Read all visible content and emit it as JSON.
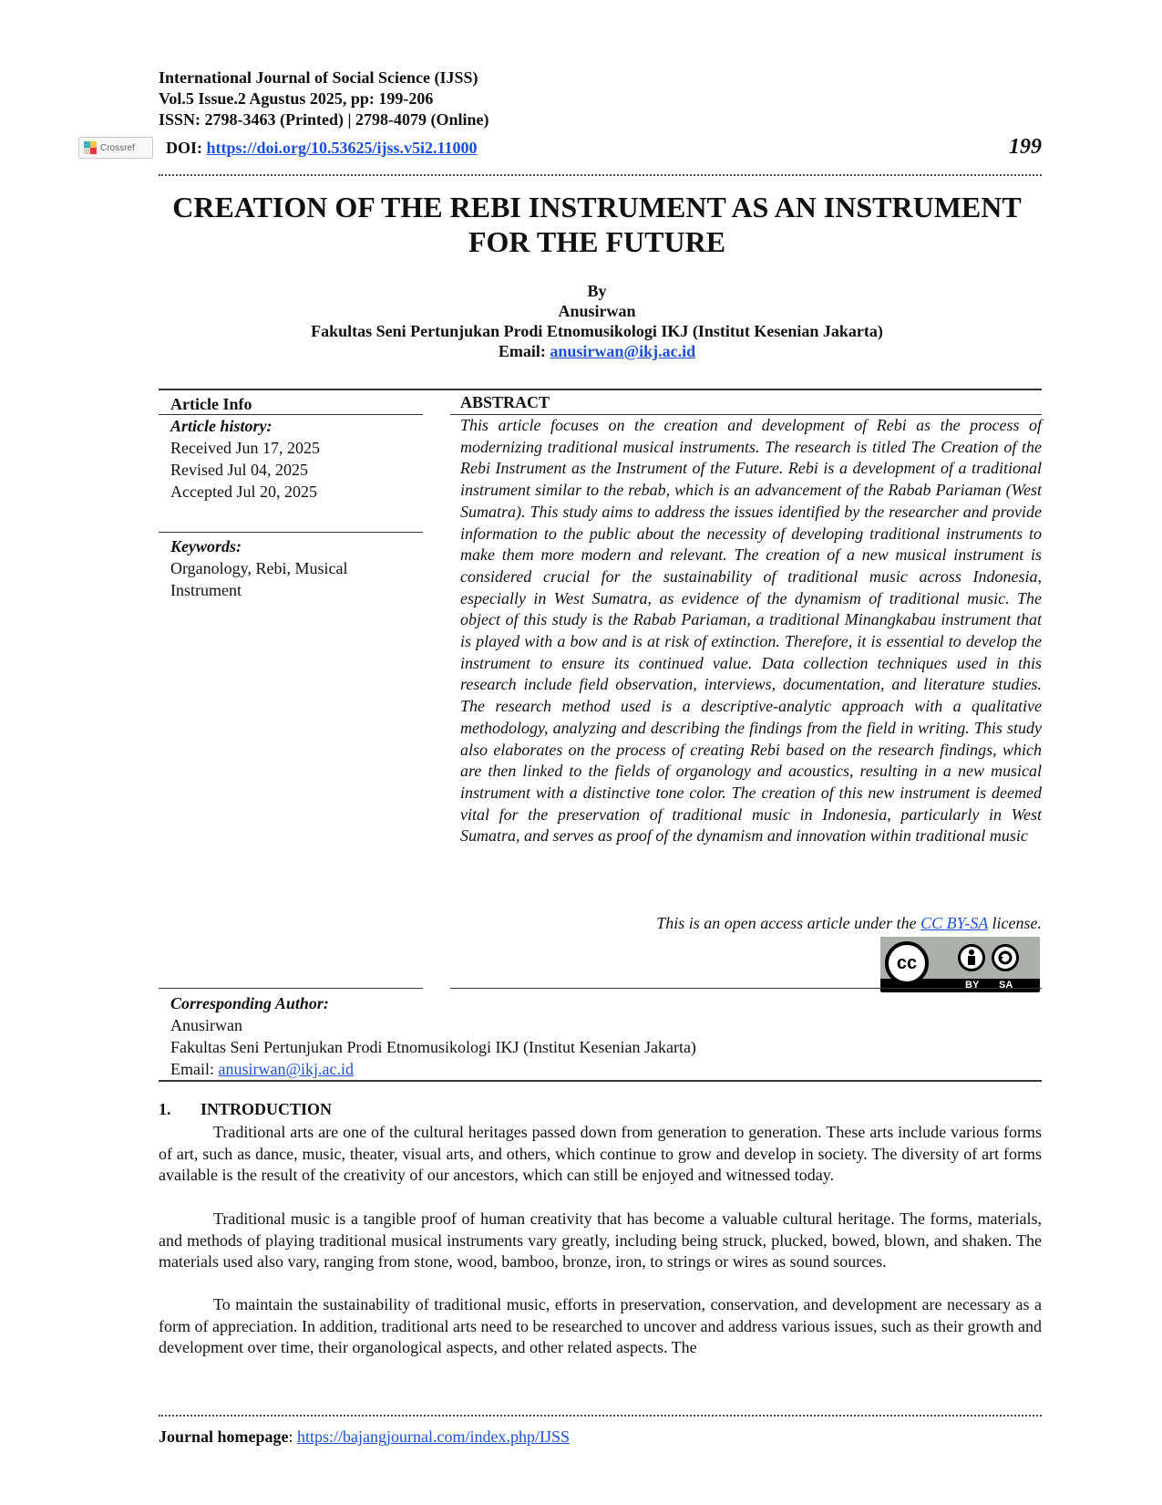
{
  "header": {
    "journal": "International Journal of Social Science (IJSS)",
    "volume": "Vol.5 Issue.2 Agustus 2025, pp: 199-206",
    "issn": "ISSN: 2798-3463 (Printed) | 2798-4079 (Online)",
    "doi_label": "DOI:",
    "doi_url": "https://doi.org/10.53625/ijss.v5i2.11000",
    "crossref": "Crossref",
    "page_number": "199"
  },
  "title": {
    "line1": "CREATION OF THE REBI INSTRUMENT AS AN INSTRUMENT",
    "line2": "FOR THE FUTURE"
  },
  "byline": {
    "by": "By",
    "author": "Anusirwan",
    "affiliation": "Fakultas Seni Pertunjukan Prodi Etnomusikologi IKJ (Institut Kesenian Jakarta)",
    "email_label": "Email:",
    "email": "anusirwan@ikj.ac.id"
  },
  "article_info": {
    "heading": "Article Info",
    "history_label": "Article history:",
    "received": "Received Jun 17, 2025",
    "revised": "Revised Jul 04, 2025",
    "accepted": "Accepted Jul 20, 2025",
    "keywords_label": "Keywords:",
    "keywords_line1": "Organology, Rebi, Musical",
    "keywords_line2": "Instrument"
  },
  "abstract": {
    "heading": "ABSTRACT",
    "text": "This article focuses on the creation and development of Rebi as the process of modernizing traditional musical instruments. The research is titled The Creation of the Rebi Instrument as the Instrument of the Future. Rebi is a development of a traditional instrument similar to the rebab, which is an advancement of the Rabab Pariaman (West Sumatra). This study aims to address the issues identified by the researcher and provide information to the public about the necessity of developing traditional instruments to make them more modern and relevant. The creation of a new musical instrument is considered crucial for the sustainability of traditional music across Indonesia, especially in West Sumatra, as evidence of the dynamism of traditional music. The object of this study is the Rabab Pariaman, a traditional Minangkabau instrument that is played with a bow and is at risk of extinction. Therefore, it is essential to develop the instrument to ensure its continued value. Data collection techniques used in this research include field observation, interviews, documentation, and literature studies. The research method used is a descriptive-analytic approach with a qualitative methodology, analyzing and describing the findings from the field in writing. This study also elaborates on the process of creating Rebi based on the research findings, which are then linked to the fields of organology and acoustics, resulting in a new musical instrument with a distinctive tone color. The creation of this new instrument is deemed vital for the preservation of traditional music in Indonesia, particularly in West Sumatra, and serves as proof of the dynamism and innovation within traditional music",
    "license_pre": "This is an open access article under the",
    "license_link": "CC BY-SA",
    "license_post": "license.",
    "cc_text": "cc",
    "cc_by": "BY",
    "cc_sa": "SA"
  },
  "corresponding": {
    "label": "Corresponding Author:",
    "name": "Anusirwan",
    "affiliation": "Fakultas Seni Pertunjukan Prodi Etnomusikologi IKJ (Institut Kesenian Jakarta)",
    "email_label": "Email:",
    "email": "anusirwan@ikj.ac.id"
  },
  "introduction": {
    "number": "1.",
    "heading": "INTRODUCTION",
    "p1": "Traditional arts are one of the cultural heritages passed down from generation to generation. These arts include various forms of art, such as dance, music, theater, visual arts, and others, which continue to grow and develop in society. The diversity of art forms available is the result of the creativity of our ancestors, which can still be enjoyed and witnessed today.",
    "p2": "Traditional music is a tangible proof of human creativity that has become a valuable cultural heritage. The forms, materials, and methods of playing traditional musical instruments vary greatly, including being struck, plucked, bowed, blown, and shaken. The materials used also vary, ranging from stone, wood, bamboo, bronze, iron, to strings or wires as sound sources.",
    "p3": "To maintain the sustainability of traditional music, efforts in preservation, conservation, and development are necessary as a form of appreciation. In addition, traditional arts need to be researched to uncover and address various issues, such as their growth and development over time, their organological aspects, and other related aspects. The"
  },
  "footer": {
    "label": "Journal homepage",
    "url": "https://bajangjournal.com/index.php/IJSS"
  }
}
